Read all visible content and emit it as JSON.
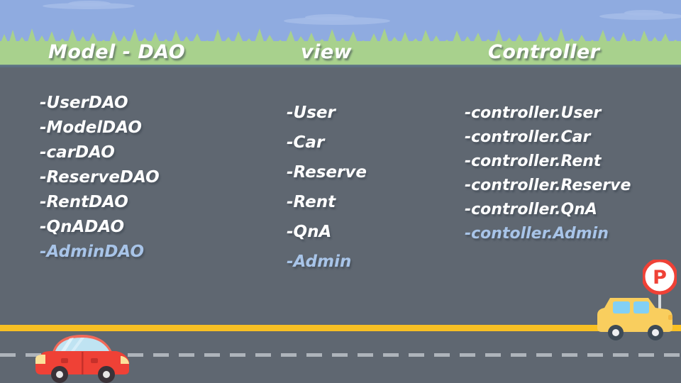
{
  "slide": {
    "background_color": "#5F6771",
    "sky_color": "#8FABE0",
    "grass_color": "#A8D18D",
    "accent_muted_color": "#A8C4E8",
    "road_line_color": "#F8C023"
  },
  "headings": {
    "model": "Model - DAO",
    "view": "view",
    "controller": "Controller"
  },
  "columns": {
    "model": {
      "title": "Model - DAO",
      "items": [
        {
          "label": "-UserDAO",
          "muted": false
        },
        {
          "label": "-ModelDAO",
          "muted": false
        },
        {
          "label": "-carDAO",
          "muted": false
        },
        {
          "label": "-ReserveDAO",
          "muted": false
        },
        {
          "label": "-RentDAO",
          "muted": false
        },
        {
          "label": "-QnADAO",
          "muted": false
        },
        {
          "label": "-AdminDAO",
          "muted": true
        }
      ]
    },
    "view": {
      "title": "view",
      "items": [
        {
          "label": "-User",
          "muted": false
        },
        {
          "label": "-Car",
          "muted": false
        },
        {
          "label": "-Reserve",
          "muted": false
        },
        {
          "label": "-Rent",
          "muted": false
        },
        {
          "label": "-QnA",
          "muted": false
        },
        {
          "label": "-Admin",
          "muted": true
        }
      ]
    },
    "controller": {
      "title": "Controller",
      "items": [
        {
          "label": "-controller.User",
          "muted": false
        },
        {
          "label": "-controller.Car",
          "muted": false
        },
        {
          "label": "-controller.Rent",
          "muted": false
        },
        {
          "label": "-controller.Reserve",
          "muted": false
        },
        {
          "label": "-controller.QnA",
          "muted": false
        },
        {
          "label": "-contoller.Admin",
          "muted": true
        }
      ]
    }
  },
  "decorations": {
    "red_car": {
      "body_color": "#EF4136",
      "window_color": "#BFE3F2",
      "wheel_color": "#3A3238",
      "headlight_color": "#FBE29A"
    },
    "yellow_car": {
      "body_color": "#F9CE5E",
      "window_color": "#83D0F5",
      "wheel_color": "#3D4A56"
    },
    "parking_sign": {
      "letter": "P",
      "ring_color": "#EF4136",
      "face_color": "#FFFFFF"
    },
    "grass_label": "grass-silhouette",
    "sky_label": "sky-with-clouds",
    "road_label": "asphalt-road"
  }
}
